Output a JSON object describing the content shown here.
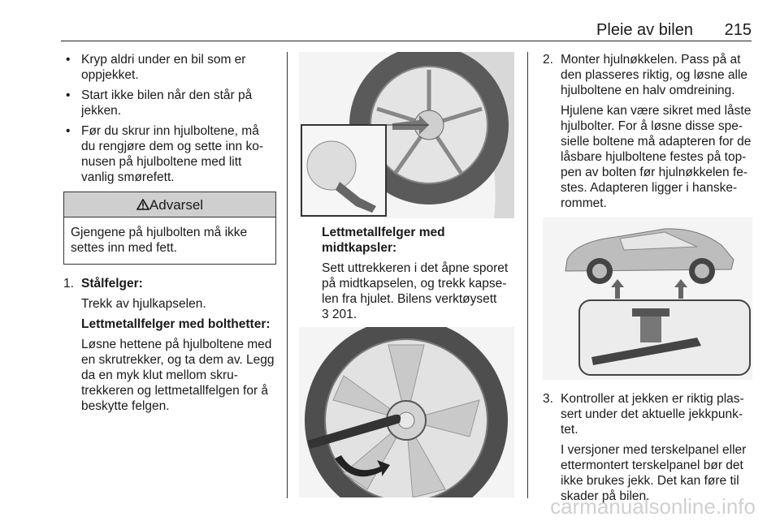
{
  "header": {
    "title": "Pleie av bilen",
    "page_number": "215"
  },
  "col1": {
    "bullets": [
      "Kryp aldri under en bil som er oppjekket.",
      "Start ikke bilen når den står på jekken.",
      "Før du skrur inn hjulboltene, må du rengjøre dem og sette inn ko-nusen på hjulboltene med litt vanlig smørefett."
    ],
    "warning": {
      "icon": "warning-triangle",
      "title": "Advarsel",
      "text": "Gjengene på hjulbolten må ikke settes inn med fett."
    },
    "step1": {
      "num": "1.",
      "title": "Stålfelger:",
      "text": "Trekk av hjulkapselen.",
      "sub_title": "Lettmetallfelger med bolthetter:",
      "sub_text": "Løsne hettene på hjulboltene med en skrutrekker, og ta dem av. Legg da en myk klut mellom skru-trekkeren og lettmetallfelgen for å beskytte felgen."
    }
  },
  "col2": {
    "caption_title": "Lettmetallfelger med midtkapsler:",
    "caption_text": "Sett uttrekkeren i det åpne sporet på midtkapselen, og trekk kapse-len fra hjulet. Bilens verktøysett",
    "caption_ref": "3 201."
  },
  "col3": {
    "step2": {
      "num": "2.",
      "text": "Monter hjulnøkkelen. Pass på at den plasseres riktig, og løsne alle hjulboltene en halv omdreining.",
      "note": "Hjulene kan være sikret med låste hjulbolter. For å løsne disse spe-sielle boltene må adapteren for de låsbare hjulboltene festes på top-pen av bolten før hjulnøkkelen fe-stes. Adapteren ligger i hanske-rommet."
    },
    "step3": {
      "num": "3.",
      "text": "Kontroller at jekken er riktig plas-sert under det aktuelle jekkpunk-tet.",
      "note": "I versjoner med terskelpanel eller ettermontert terskelpanel bør det ikke brukes jekk. Det kan føre til skader på bilen."
    }
  },
  "footer": {
    "watermark": "carmanualsonline.info"
  }
}
